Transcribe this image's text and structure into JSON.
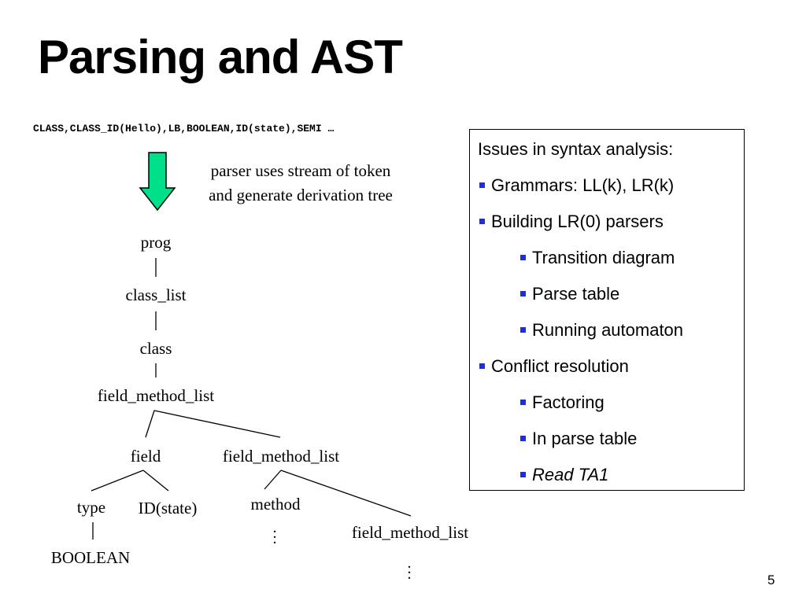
{
  "slide": {
    "title": "Parsing and AST",
    "token_stream": "CLASS,CLASS_ID(Hello),LB,BOOLEAN,ID(state),SEMI …",
    "caption_line1": "parser uses stream of token",
    "caption_line2": "and generate derivation tree",
    "page_number": "5",
    "arrow_color": "#00e08a"
  },
  "tree": {
    "prog": "prog",
    "class_list": "class_list",
    "class": "class",
    "field_method_list_1": "field_method_list",
    "field": "field",
    "field_method_list_2": "field_method_list",
    "type": "type",
    "id_state": "ID(state)",
    "method": "method",
    "field_method_list_3": "field_method_list",
    "boolean": "BOOLEAN"
  },
  "panel": {
    "heading": "Issues in syntax analysis:",
    "bullet_color": "#1f2fd6",
    "items": [
      {
        "text": "Grammars: LL(k), LR(k)",
        "level": 1
      },
      {
        "text": "Building LR(0) parsers",
        "level": 1
      },
      {
        "text": "Transition diagram",
        "level": 2
      },
      {
        "text": "Parse table",
        "level": 2
      },
      {
        "text": "Running automaton",
        "level": 2
      },
      {
        "text": "Conflict resolution",
        "level": 1
      },
      {
        "text": "Factoring",
        "level": 2
      },
      {
        "text": "In parse table",
        "level": 2
      },
      {
        "text": "Read TA1",
        "level": 2,
        "style": "italic"
      }
    ]
  }
}
